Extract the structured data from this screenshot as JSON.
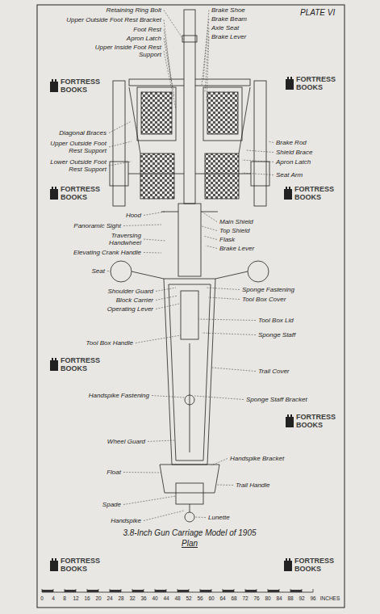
{
  "diagram": {
    "title": "3.8-Inch Gun Carriage Model of 1905",
    "caption": "Plan",
    "labels": [
      "PLATE VI",
      "Retaining Ring Bolt",
      "Upper Outside Foot Rest Bracket",
      "Foot Rest",
      "Apron Latch",
      "Upper Inside Foot Rest Support",
      "Brake Shoe",
      "Brake Beam",
      "Axle Seat",
      "Brake Lever",
      "Diagonal Braces",
      "Upper Outside Foot Rest Support",
      "Lower Outside Foot Rest Support",
      "Brake Rod",
      "Shield Brace",
      "Apron Latch",
      "Seat Arm",
      "Hood",
      "Panoramic Sight",
      "Traversing Handwheel",
      "Main Shield",
      "Top Shield",
      "Flask",
      "Brake Lever",
      "Elevating Crank Handle",
      "Seat",
      "Shoulder Guard",
      "Block Carrier",
      "Operating Lever",
      "Sponge Fastening",
      "Tool Box Cover",
      "Tool Box Lid",
      "Sponge Staff",
      "Tool Box Handle",
      "Trail Cover",
      "Handspike Fastening",
      "Sponge Staff Bracket",
      "Wheel Guard",
      "Handspike Bracket",
      "Float",
      "Trail Handle",
      "Spade",
      "Lunette",
      "Handspike",
      "FORTRESS BOOKS",
      "FORTRESS BOOKS",
      "FORTRESS BOOKS",
      "FORTRESS BOOKS",
      "FORTRESS BOOKS",
      "FORTRESS BOOKS",
      "FORTRESS BOOKS",
      "FORTRESS BOOKS",
      "0",
      "4",
      "8",
      "12",
      "16",
      "20",
      "24",
      "28",
      "32",
      "36",
      "40",
      "44",
      "48",
      "52",
      "56",
      "60",
      "64",
      "68",
      "72",
      "76",
      "80",
      "84",
      "88",
      "92",
      "96",
      "INCHES"
    ]
  }
}
